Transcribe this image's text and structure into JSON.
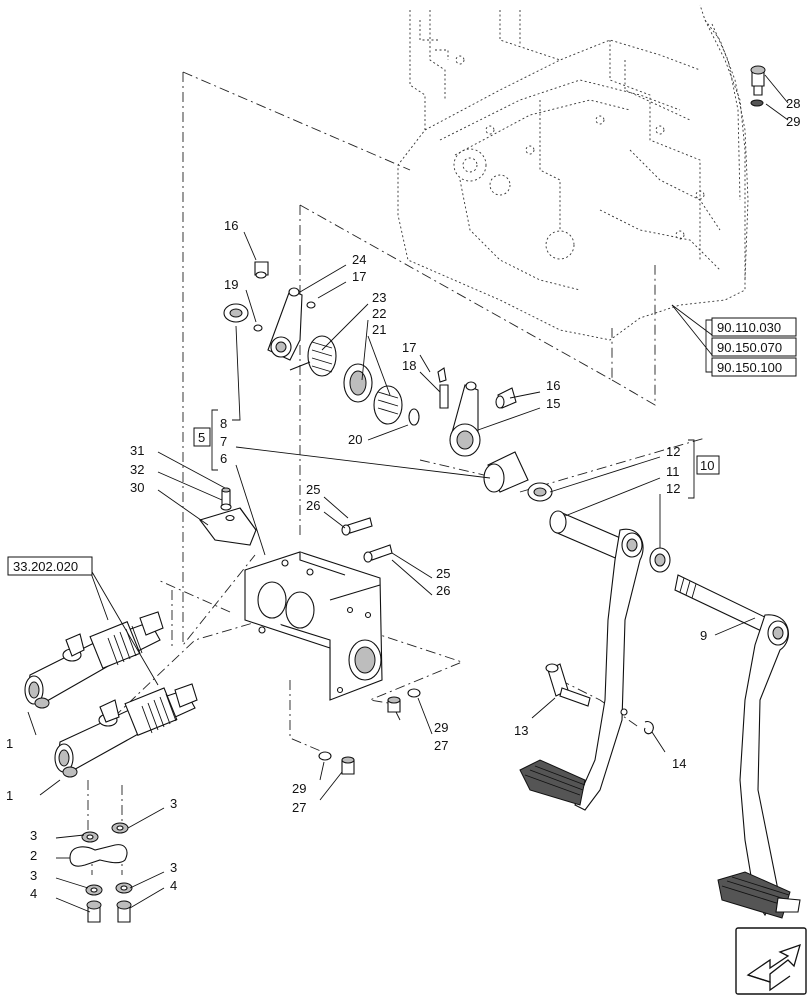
{
  "callouts": {
    "c1a": "1",
    "c1b": "1",
    "c2": "2",
    "c3a": "3",
    "c3b": "3",
    "c3c": "3",
    "c3d": "3",
    "c4a": "4",
    "c4b": "4",
    "c5": "5",
    "c6": "6",
    "c7a": "7",
    "c8": "8",
    "c9": "9",
    "c10": "10",
    "c11": "11",
    "c12a": "12",
    "c12b": "12",
    "c13": "13",
    "c14": "14",
    "c15": "15",
    "c16a": "16",
    "c16b": "16",
    "c17a": "17",
    "c17b": "17",
    "c18": "18",
    "c19": "19",
    "c20": "20",
    "c21": "21",
    "c22": "22",
    "c23": "23",
    "c24": "24",
    "c25a": "25",
    "c25b": "25",
    "c26a": "26",
    "c26b": "26",
    "c27a": "27",
    "c27b": "27",
    "c28": "28",
    "c29a": "29",
    "c29b": "29",
    "c29c": "29",
    "c30": "30",
    "c31": "31",
    "c32": "32"
  },
  "references": {
    "r1": "90.110.030",
    "r2": "90.150.070",
    "r3": "90.150.100",
    "r4": "33.202.020"
  },
  "nav": {
    "icon": "next-page-arrow-icon"
  }
}
